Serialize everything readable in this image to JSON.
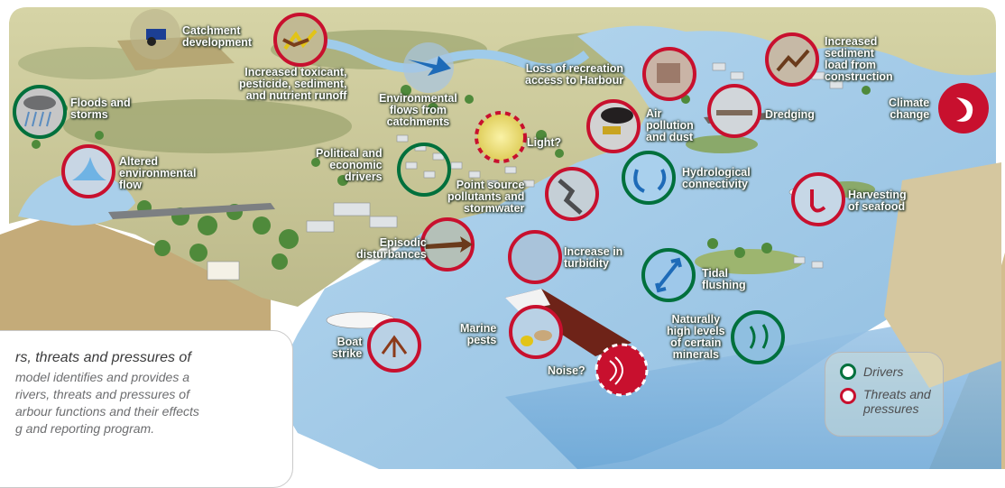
{
  "labels": {
    "catchment_development": [
      "Catchment",
      "development"
    ],
    "increased_toxicant": [
      "Increased toxicant,",
      "pesticide, sediment,",
      "and nutrient runoff"
    ],
    "floods_storms": [
      "Floods and",
      "storms"
    ],
    "altered_flow": [
      "Altered",
      "environmental",
      "flow"
    ],
    "env_flows": [
      "Environmental",
      "flows from",
      "catchments"
    ],
    "loss_recreation": [
      "Loss of recreation",
      "access to Harbour"
    ],
    "increased_sediment": [
      "Increased",
      "sediment",
      "load from",
      "construction"
    ],
    "climate_change": [
      "Climate",
      "change"
    ],
    "dredging": [
      "Dredging"
    ],
    "air_pollution": [
      "Air",
      "pollution",
      "and dust"
    ],
    "light": [
      "Light?"
    ],
    "political": [
      "Political and",
      "economic",
      "drivers"
    ],
    "point_source": [
      "Point source",
      "pollutants and",
      "stormwater"
    ],
    "hydrological": [
      "Hydrological",
      "connectivity"
    ],
    "harvesting": [
      "Harvesting",
      "of seafood"
    ],
    "episodic": [
      "Episodic",
      "disturbances"
    ],
    "turbidity": [
      "Increase in",
      "turbidity"
    ],
    "tidal": [
      "Tidal",
      "flushing"
    ],
    "minerals": [
      "Naturally",
      "high levels",
      "of certain",
      "minerals"
    ],
    "marine_pests": [
      "Marine",
      "pests"
    ],
    "boat_strike": [
      "Boat",
      "strike"
    ],
    "noise": [
      "Noise?"
    ]
  },
  "caption": {
    "title": "rs, threats and pressures of",
    "lines": [
      "model identifies and provides a",
      "rivers, threats and pressures of",
      "arbour functions and their effects",
      "g and reporting program."
    ]
  },
  "legend": {
    "drivers": "Drivers",
    "threats": [
      "Threats and",
      "pressures"
    ]
  },
  "colors": {
    "driver_ring": "#00703c",
    "threat_ring": "#c8102e",
    "water": "#a8cdea",
    "land": "#c9c6a0",
    "block_side": "#c3a978"
  }
}
